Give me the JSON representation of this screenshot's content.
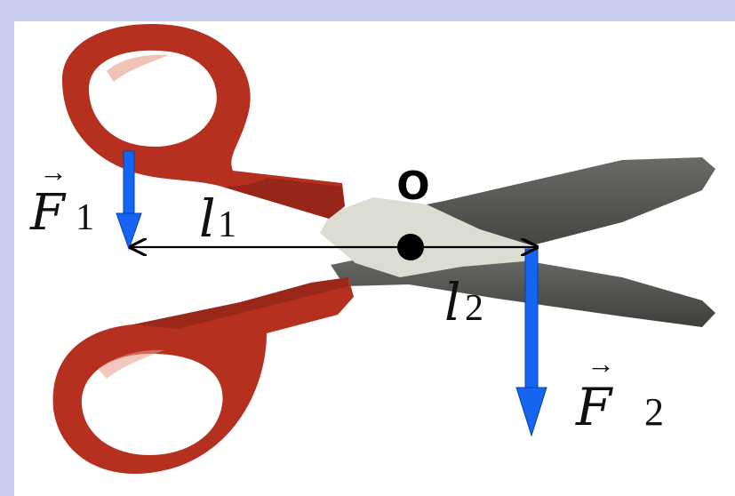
{
  "colors": {
    "frame": "#c8cdf0",
    "handle": "#b5301f",
    "handle_shadow": "#7d1f14",
    "blade": "#5b5b58",
    "blade_light": "#d9d9cf",
    "force_arrow": "#1565f2",
    "lever_arm": "#000000"
  },
  "labels": {
    "pivot": "O",
    "force1_symbol": "F",
    "force1_subscript": "1",
    "force2_symbol": "F",
    "force2_subscript": "2",
    "arm1_symbol": "l",
    "arm1_subscript": "1",
    "arm2_symbol": "l",
    "arm2_subscript": "2",
    "vector_mark": "→"
  },
  "icons": {
    "scissors": "scissors-illustration",
    "pivot_point": "filled-circle",
    "force1": "arrow-down",
    "force2": "arrow-down",
    "arms": "double-headed-arrow"
  }
}
